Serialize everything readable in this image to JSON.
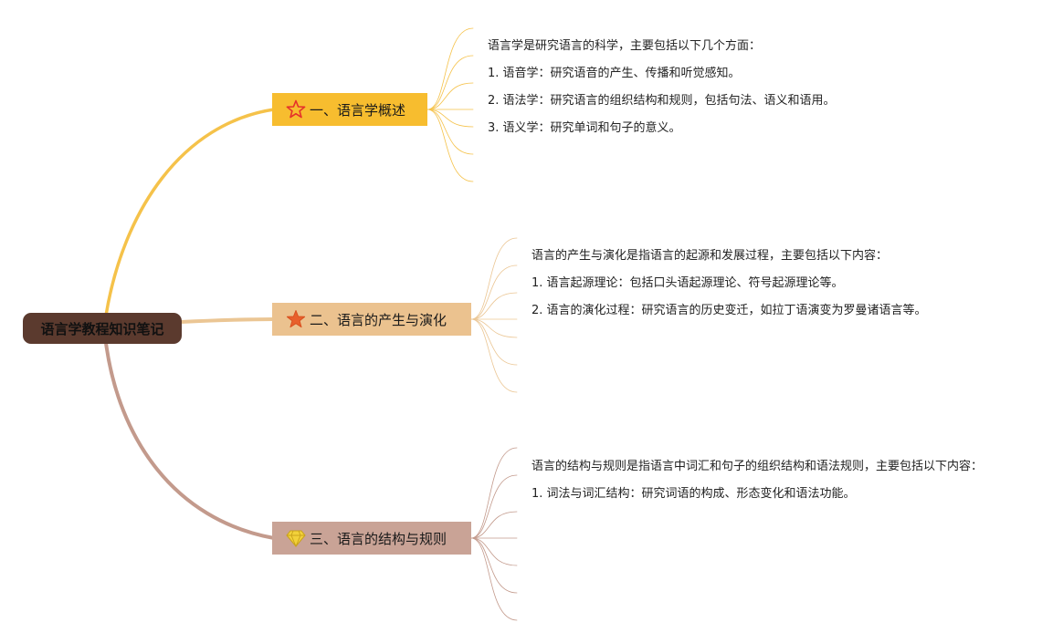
{
  "colors": {
    "root_bg": "#5b3a2e",
    "branch1": "#f7bd2f",
    "branch2": "#ebc28f",
    "branch3": "#c9a396",
    "line1": "#f5c24a",
    "line2": "#ebc694",
    "line3": "#c39a8c"
  },
  "root": {
    "label": "语言学教程知识笔记"
  },
  "branches": [
    {
      "label": "一、语言学概述",
      "icon": "star-outline-icon",
      "notes": [
        "语言学是研究语言的科学，主要包括以下几个方面：",
        "1. 语音学：研究语音的产生、传播和听觉感知。",
        "2. 语法学：研究语言的组织结构和规则，包括句法、语义和语用。",
        "3. 语义学：研究单词和句子的意义。"
      ]
    },
    {
      "label": "二、语言的产生与演化",
      "icon": "star-filled-icon",
      "notes": [
        "语言的产生与演化是指语言的起源和发展过程，主要包括以下内容：",
        "1. 语言起源理论：包括口头语起源理论、符号起源理论等。",
        "2. 语言的演化过程：研究语言的历史变迁，如拉丁语演变为罗曼诸语言等。"
      ]
    },
    {
      "label": "三、语言的结构与规则",
      "icon": "diamond-icon",
      "notes": [
        "语言的结构与规则是指语言中词汇和句子的组织结构和语法规则，主要包括以下内容：",
        "1. 词法与词汇结构：研究词语的构成、形态变化和语法功能。"
      ]
    }
  ]
}
